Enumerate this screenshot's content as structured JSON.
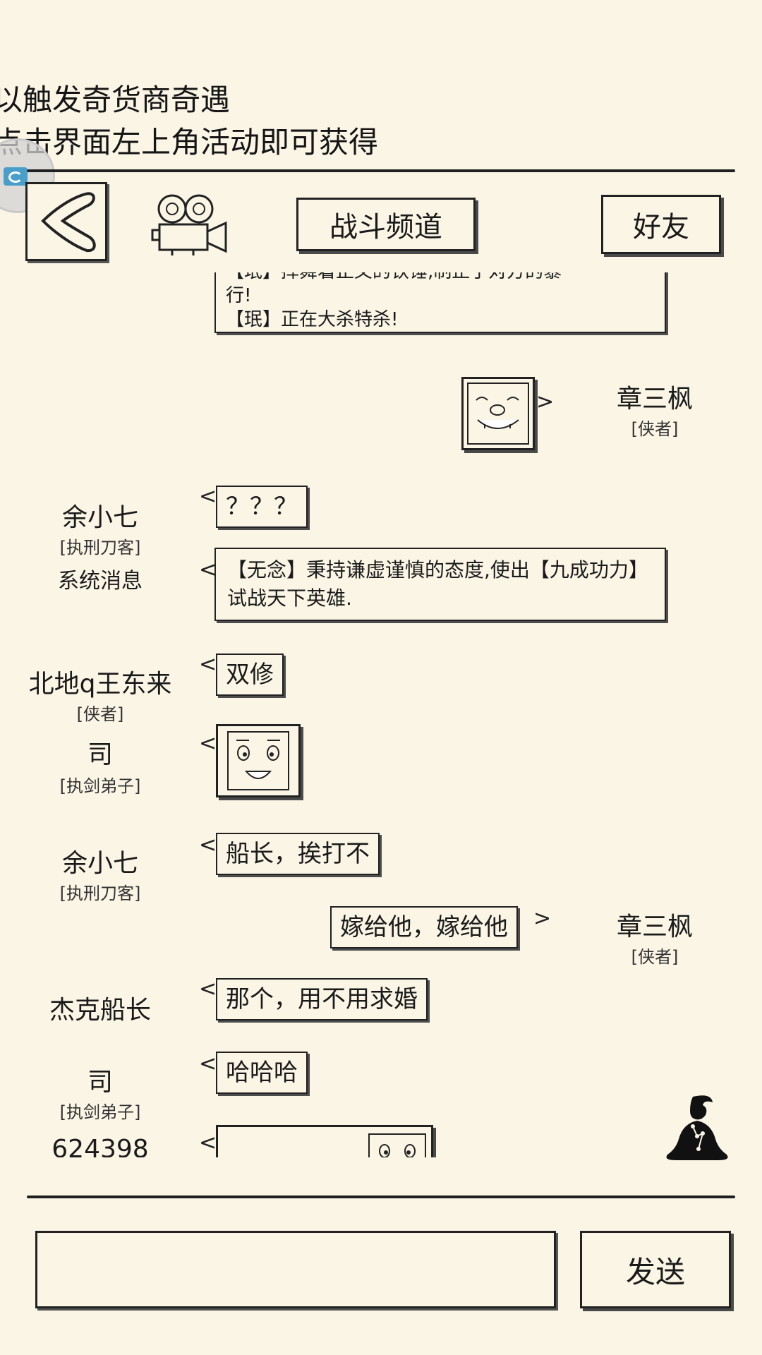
{
  "notice": {
    "line1": "以触发奇货商奇遇",
    "line2": "点击界面左上角活动即可获得"
  },
  "header": {
    "tab_battle": "战斗频道",
    "tab_friends": "好友"
  },
  "messages": {
    "top_partial": {
      "line1": "【珉】挥舞着正义的铁锤,制止了对方的暴",
      "line2": "行!",
      "line3": "【珉】正在大杀特杀!"
    },
    "m1": {
      "name": "章三枫",
      "rank": "[侠者]",
      "sticker": "pig-face-sticker"
    },
    "m2": {
      "name": "余小七",
      "rank": "[执刑刀客]",
      "text": "？？？"
    },
    "m3": {
      "name": "系统消息",
      "text": "【无念】秉持谦虚谨慎的态度,使出【九成功力】试战天下英雄."
    },
    "m4": {
      "name": "北地q王东来",
      "rank": "[侠者]",
      "text": "双修"
    },
    "m5": {
      "name": "司",
      "rank": "[执剑弟子]",
      "sticker": "smile-face-sticker"
    },
    "m6": {
      "name": "余小七",
      "rank": "[执刑刀客]",
      "text": "船长，挨打不"
    },
    "m7": {
      "name": "章三枫",
      "rank": "[侠者]",
      "text": "嫁给他，嫁给他"
    },
    "m8": {
      "name": "杰克船长",
      "text": "那个，用不用求婚"
    },
    "m9": {
      "name": "司",
      "rank": "[执剑弟子]",
      "text": "哈哈哈"
    },
    "m10": {
      "name": "624398"
    }
  },
  "input": {
    "value": "",
    "send_label": "发送"
  }
}
